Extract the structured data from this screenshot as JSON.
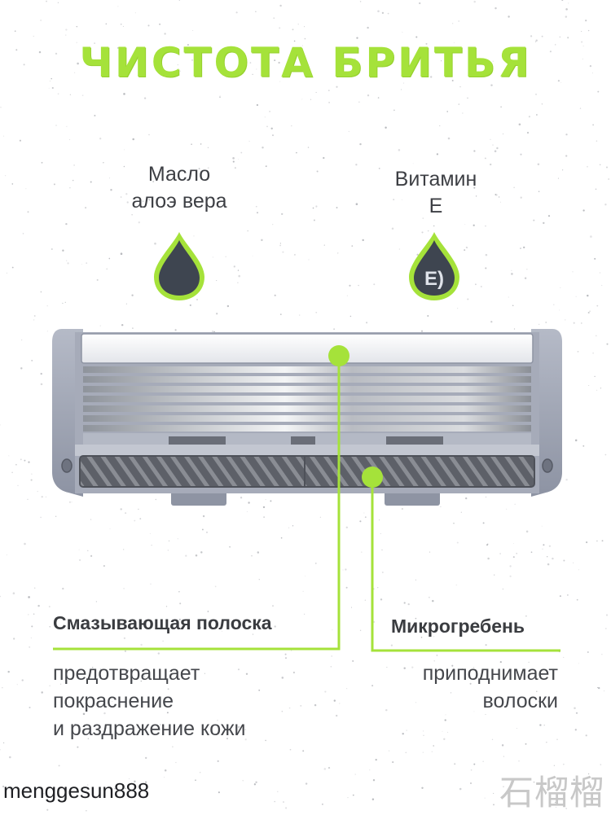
{
  "title": "ЧИСТОТА БРИТЬЯ",
  "drops": {
    "aloe": {
      "line1": "Масло",
      "line2": "алоэ вера"
    },
    "vitamin": {
      "line1": "Витамин",
      "line2": "E",
      "badge": "E)"
    }
  },
  "strip": {
    "heading": "Смазывающая полоска",
    "line1": "предотвращает",
    "line2": "покраснение",
    "line3": "и раздражение кожи"
  },
  "comb": {
    "heading": "Микрогребень",
    "line1": "приподнимает",
    "line2": "волоски"
  },
  "watermark": {
    "user": "menggesun888",
    "shop": "石榴榴"
  },
  "colors": {
    "accent": "#a5e23a",
    "drop_fill": "#3e4550",
    "text": "#3a3c40",
    "cartridge_frame": "#9ea3b2",
    "comb": "#5b5e66"
  },
  "icons": [
    "oil-drop-icon",
    "vitamin-e-drop-icon"
  ]
}
